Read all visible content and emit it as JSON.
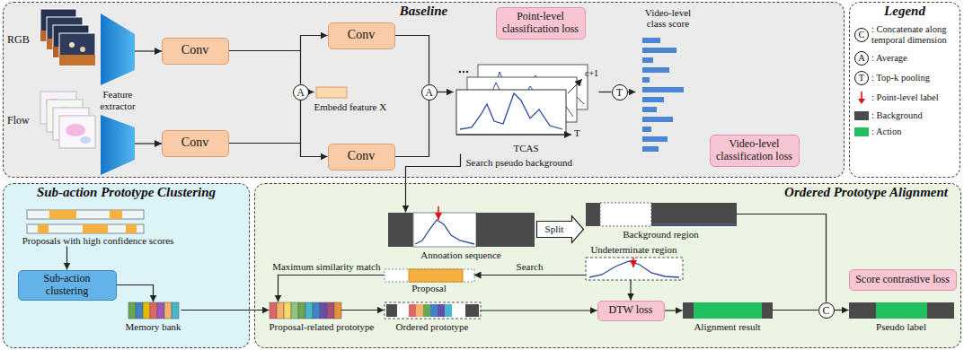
{
  "diagram": {
    "nodes": [
      {
        "text": [
          "Baseline"
        ]
      },
      {
        "text": [
          "Conv"
        ],
        "in": 0
      },
      {
        "text": [
          "Conv"
        ],
        "in": 0
      },
      {
        "text": [
          "A"
        ],
        "in": 0
      },
      {
        "text": [
          "Embedd feature X"
        ],
        "in": 0
      },
      {
        "text": [
          "Conv"
        ],
        "in": 0
      },
      {
        "text": [
          "Conv"
        ],
        "in": 0
      },
      {
        "text": [
          "A"
        ],
        "in": 0
      },
      {
        "text": [
          "Point-level classification loss"
        ],
        "in": 0
      },
      {
        "text": [
          "TCAS"
        ],
        "in": 0
      },
      {
        "text": [
          "T"
        ],
        "in": 0
      },
      {
        "text": [
          "Video-level class score"
        ],
        "in": 0
      },
      {
        "text": [
          "Video-level classification loss"
        ],
        "in": 0
      },
      {
        "text": [
          "Legend"
        ]
      },
      {
        "text": [
          "Sub-action Prototype Clustering"
        ]
      },
      {
        "text": [
          "Proposals with high confidence scores"
        ],
        "in": 14
      },
      {
        "text": [
          "Sub-action clustering"
        ],
        "in": 14
      },
      {
        "text": [
          "Memory bank"
        ],
        "in": 14
      },
      {
        "text": [
          "Ordered Prototype Alignment"
        ]
      },
      {
        "text": [
          "Annoation sequence"
        ],
        "in": 18
      },
      {
        "text": [
          "Background region"
        ],
        "in": 18
      },
      {
        "text": [
          "Undeterminate region"
        ],
        "in": 18
      },
      {
        "text": [
          "Proposal"
        ],
        "in": 18
      },
      {
        "text": [
          "Proposal-related prototype"
        ],
        "in": 18
      },
      {
        "text": [
          "Ordered prototype"
        ],
        "in": 18
      },
      {
        "text": [
          "DTW loss"
        ],
        "in": 18
      },
      {
        "text": [
          "Alignment result"
        ],
        "in": 18
      },
      {
        "text": [
          "C"
        ],
        "in": 18
      },
      {
        "text": [
          "Score contrastive loss"
        ],
        "in": 18
      },
      {
        "text": [
          "Pseudo label"
        ],
        "in": 18
      }
    ],
    "edges": [
      {
        "from": 1,
        "to": 5,
        "arrow": "to"
      },
      {
        "from": 1,
        "to": 3,
        "arrow": "none"
      },
      {
        "from": 2,
        "to": 3,
        "arrow": "none"
      },
      {
        "from": 2,
        "to": 6,
        "arrow": "to"
      },
      {
        "from": 3,
        "to": 4,
        "arrow": "to"
      },
      {
        "from": 5,
        "to": 7,
        "arrow": "none"
      },
      {
        "from": 6,
        "to": 7,
        "arrow": "none"
      },
      {
        "from": 7,
        "to": 9,
        "arrow": "to"
      },
      {
        "from": 9,
        "to": 10,
        "arrow": "none"
      },
      {
        "from": 10,
        "to": 11,
        "arrow": "to"
      },
      {
        "from": 9,
        "to": 19,
        "label": "Search pseudo background",
        "arrow": "to"
      },
      {
        "from": 15,
        "to": 16,
        "arrow": "to"
      },
      {
        "from": 16,
        "to": 17,
        "arrow": "to"
      },
      {
        "from": 17,
        "to": 23,
        "arrow": "to"
      },
      {
        "from": 22,
        "to": 23,
        "label": "Maximum similarity match",
        "arrow": "to"
      },
      {
        "from": 19,
        "to": 20,
        "label": "Split",
        "arrow": "to"
      },
      {
        "from": 21,
        "to": 22,
        "label": "Search",
        "arrow": "to"
      },
      {
        "from": 23,
        "to": 24,
        "arrow": "to"
      },
      {
        "from": 24,
        "to": 25,
        "arrow": "to"
      },
      {
        "from": 21,
        "to": 25,
        "arrow": "to"
      },
      {
        "from": 25,
        "to": 26,
        "arrow": "to"
      },
      {
        "from": 20,
        "to": 27,
        "arrow": "none"
      },
      {
        "from": 26,
        "to": 27,
        "arrow": "none"
      },
      {
        "from": 27,
        "to": 29,
        "arrow": "to"
      }
    ],
    "labels": [
      "RGB",
      "Flow",
      "Feature extractor",
      "T",
      "c+1",
      "C",
      "A",
      "T"
    ],
    "legend": [
      {
        "text": ": Concatenate along temporal dimension"
      },
      {
        "text": ": Average"
      },
      {
        "text": ": Top-k pooling"
      },
      {
        "text": ": Point-level label"
      },
      {
        "text": ": Background",
        "color": "#4a4a4a"
      },
      {
        "text": ": Action",
        "color": "#22c05f"
      }
    ]
  }
}
